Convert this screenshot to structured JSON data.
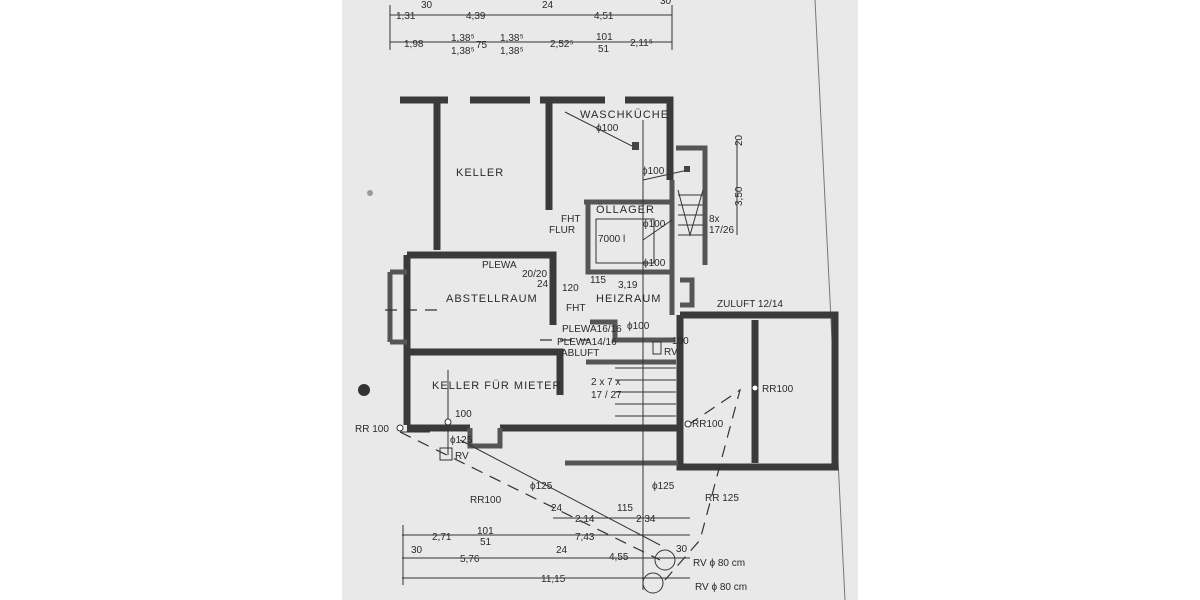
{
  "colors": {
    "paper": "#e9e9e9",
    "walls": "#3a3a3a",
    "ink": "#2a2a2a",
    "background": "#ffffff"
  },
  "dimensions_top": {
    "row1": [
      "1,31",
      "30",
      "4,39",
      "24",
      "4,51",
      "30"
    ],
    "row2": [
      "1,98",
      "1,38⁵",
      "1,38⁵",
      "75",
      "1,38⁵",
      "1,38⁵",
      "2,52⁵",
      "101",
      "51",
      "2,11⁵"
    ]
  },
  "rooms": {
    "keller": "KELLER",
    "waschkueche": "WASCHKÜCHE",
    "ollager": "ÖLLAGER",
    "tank": "7000 l",
    "flur": "FLUR",
    "abstellraum": "ABSTELLRAUM",
    "heizraum": "HEIZRAUM",
    "keller_mieter": "KELLER FÜR MIETER"
  },
  "annotations": {
    "wasch_pipe": "ϕ100",
    "pipe100a": "ϕ100",
    "pipe100b": "ϕ100",
    "pipe100c": "ϕ100",
    "pipe100d": "ϕ100",
    "pipe100e": "100",
    "fht1": "FHT",
    "fht2": "FHT",
    "plewa1": "PLEWA",
    "plewa1_size": "20/20",
    "plewa1_24": "24",
    "n120": "120",
    "n115": "115",
    "n319": "3,19",
    "plewa2": "PLEWA16/16",
    "plewa3": "PLEWA14/16",
    "abluft": "ABLUFT",
    "rv1": "RV",
    "rv2": "RV",
    "stairs1": "8x",
    "stairs1b": "17/26",
    "stairs2": "2 x 7 x",
    "stairs2b": "17 / 27",
    "dim20": "20",
    "dim350": "3,50",
    "zuluft": "ZULUFT 12/14",
    "rr100_left": "RR 100",
    "rr100_keller": "100",
    "p125_small": "ϕ125",
    "rr100_right": "RR100",
    "rr100_annex": "RR100",
    "rr100_diag": "RR100",
    "p125a": "ϕ125",
    "p125b": "ϕ125",
    "rr125": "RR 125"
  },
  "dimensions_bottom": {
    "d24a": "24",
    "d214": "2,14",
    "d115": "115",
    "d234": "2,34",
    "d271": "2,71",
    "d101": "101",
    "d51": "51",
    "d743": "7,43",
    "d30a": "30",
    "d576": "5,76",
    "d24b": "24",
    "d455": "4,55",
    "d30b": "30",
    "d1115": "11,15",
    "rv_a": "RV ϕ  80 cm",
    "rv_b": "RV ϕ  80 cm"
  }
}
